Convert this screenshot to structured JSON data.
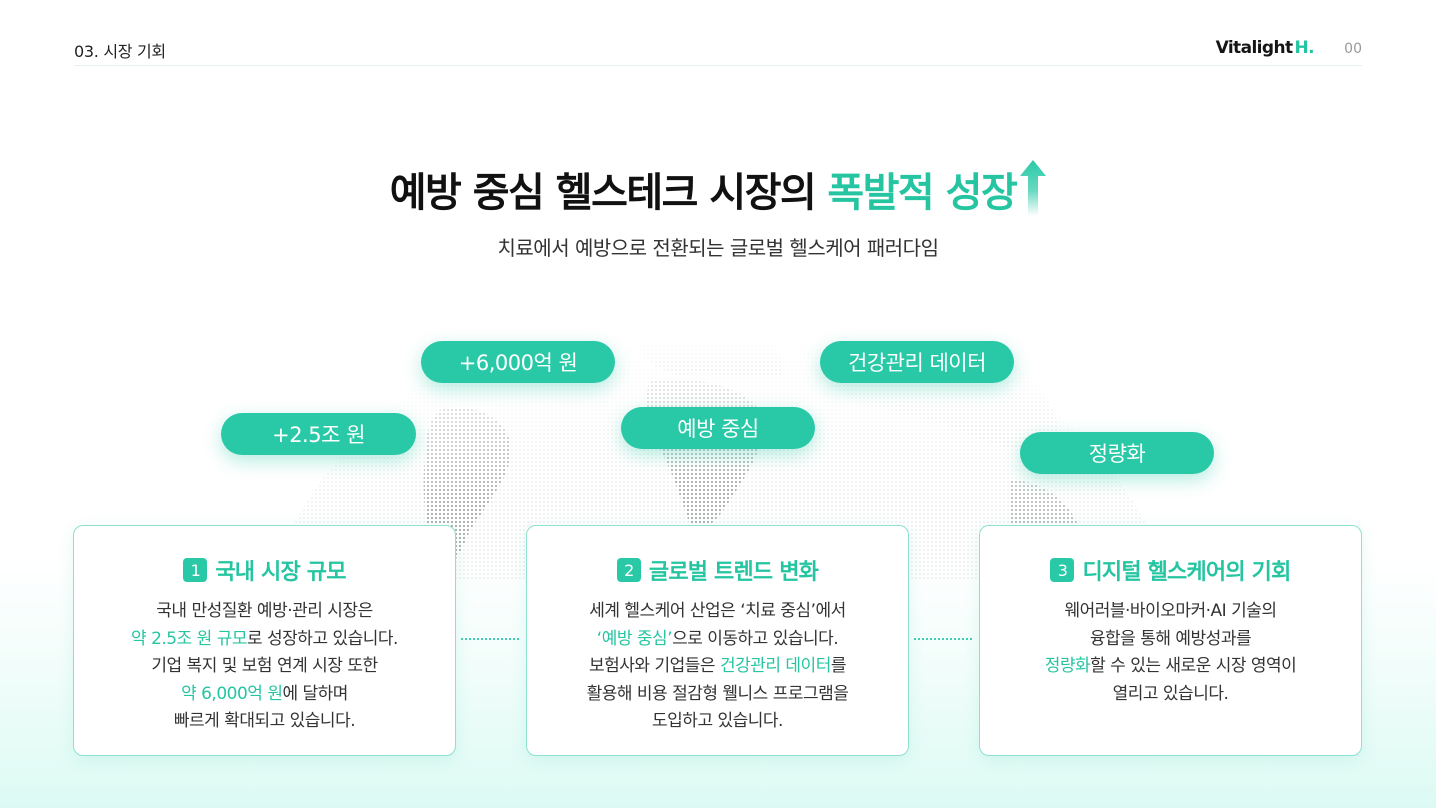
{
  "header": {
    "section_label": "03. 시장 기회",
    "brand_main": "Vitalight",
    "brand_accent": "H.",
    "page_number": "00"
  },
  "hero": {
    "title_main": "예방 중심 헬스테크 시장의",
    "title_highlight": "폭발적 성장",
    "title_icon": "arrow-up-icon",
    "subtitle": "치료에서 예방으로 전환되는 글로벌 헬스케어 패러다임"
  },
  "map_tags": [
    {
      "label": "+2.5조 원"
    },
    {
      "label": "+6,000억 원"
    },
    {
      "label": "예방 중심"
    },
    {
      "label": "건강관리 데이터"
    },
    {
      "label": "정량화"
    }
  ],
  "cards": [
    {
      "number": "1",
      "title": "국내 시장 규모",
      "lines": [
        {
          "pre": "국내 만성질환 예방·관리 시장은",
          "em": "",
          "post": ""
        },
        {
          "pre": "",
          "em": "약 2.5조 원 규모",
          "post": "로 성장하고 있습니다."
        },
        {
          "pre": "기업 복지 및 보험 연계 시장 또한",
          "em": "",
          "post": ""
        },
        {
          "pre": "",
          "em": "약 6,000억 원",
          "post": "에 달하며"
        },
        {
          "pre": "빠르게 확대되고 있습니다.",
          "em": "",
          "post": ""
        }
      ]
    },
    {
      "number": "2",
      "title": "글로벌 트렌드 변화",
      "lines": [
        {
          "pre": "세계 헬스케어 산업은 ‘치료 중심’에서",
          "em": "",
          "post": ""
        },
        {
          "pre": "",
          "em": "‘예방 중심’",
          "post": "으로 이동하고 있습니다."
        },
        {
          "pre": "보험사와 기업들은 ",
          "em": "건강관리 데이터",
          "post": "를"
        },
        {
          "pre": "활용해 비용 절감형 웰니스 프로그램을",
          "em": "",
          "post": ""
        },
        {
          "pre": "도입하고 있습니다.",
          "em": "",
          "post": ""
        }
      ]
    },
    {
      "number": "3",
      "title": "디지털 헬스케어의 기회",
      "lines": [
        {
          "pre": "웨어러블·바이오마커·AI 기술의",
          "em": "",
          "post": ""
        },
        {
          "pre": "융합을 통해 예방성과를",
          "em": "",
          "post": ""
        },
        {
          "pre": "",
          "em": "정량화",
          "post": "할 수 있는 새로운 시장 영역이"
        },
        {
          "pre": "열리고 있습니다.",
          "em": "",
          "post": ""
        }
      ]
    }
  ],
  "colors": {
    "accent": "#29c9a7",
    "accent_text": "#26c5a2",
    "text": "#333333",
    "card_border": "#8fe1cf"
  }
}
